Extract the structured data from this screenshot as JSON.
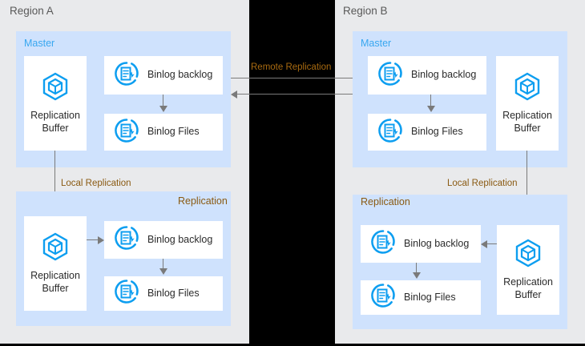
{
  "diagram": {
    "title_left": "Region A",
    "title_right": "Region B",
    "colors": {
      "background": "#e9eaec",
      "panel": "#cfe2fd",
      "card": "#ffffff",
      "icon_blue": "#0d9ef0",
      "master_label": "#38a7f0",
      "replication_label": "#8a5a12",
      "edge_label": "#8a5a12",
      "remote_label": "#a86a10",
      "connector": "#7a7a7a",
      "center_band": "#000000"
    }
  },
  "regions": [
    {
      "name": "Region A",
      "panels": [
        {
          "label": "Master",
          "label_align": "left",
          "cards": [
            {
              "text": "Replication\nBuffer",
              "icon": "replication-buffer-icon",
              "layout": "tall"
            },
            {
              "text": "Binlog backlog",
              "icon": "binlog-icon",
              "layout": "wide"
            },
            {
              "text": "Binlog Files",
              "icon": "binlog-icon",
              "layout": "wide"
            }
          ]
        },
        {
          "label": "Replication",
          "label_align": "right",
          "cards": [
            {
              "text": "Replication\nBuffer",
              "icon": "replication-buffer-icon",
              "layout": "tall"
            },
            {
              "text": "Binlog backlog",
              "icon": "binlog-icon",
              "layout": "wide"
            },
            {
              "text": "Binlog Files",
              "icon": "binlog-icon",
              "layout": "wide"
            }
          ]
        }
      ],
      "edge_label": "Local Replication"
    },
    {
      "name": "Region B",
      "panels": [
        {
          "label": "Master",
          "label_align": "left",
          "cards": [
            {
              "text": "Binlog backlog",
              "icon": "binlog-icon",
              "layout": "wide"
            },
            {
              "text": "Binlog Files",
              "icon": "binlog-icon",
              "layout": "wide"
            },
            {
              "text": "Replication\nBuffer",
              "icon": "replication-buffer-icon",
              "layout": "tall"
            }
          ]
        },
        {
          "label": "Replication",
          "label_align": "left",
          "cards": [
            {
              "text": "Binlog backlog",
              "icon": "binlog-icon",
              "layout": "wide"
            },
            {
              "text": "Binlog Files",
              "icon": "binlog-icon",
              "layout": "wide"
            },
            {
              "text": "Replication\nBuffer",
              "icon": "replication-buffer-icon",
              "layout": "tall"
            }
          ]
        }
      ],
      "edge_label": "Local Replication"
    }
  ],
  "labels": {
    "region_a": "Region A",
    "region_b": "Region B",
    "master_a": "Master",
    "replication_a": "Replication",
    "master_b": "Master",
    "replication_b": "Replication",
    "remote_replication": "Remote Replication",
    "local_replication_a": "Local Replication",
    "local_replication_b": "Local Replication",
    "a_master_buffer": "Replication\nBuffer",
    "a_master_backlog": "Binlog backlog",
    "a_master_files": "Binlog Files",
    "a_repl_buffer": "Replication\nBuffer",
    "a_repl_backlog": "Binlog backlog",
    "a_repl_files": "Binlog Files",
    "b_master_backlog": "Binlog backlog",
    "b_master_files": "Binlog Files",
    "b_master_buffer": "Replication\nBuffer",
    "b_repl_backlog": "Binlog backlog",
    "b_repl_files": "Binlog Files",
    "b_repl_buffer": "Replication\nBuffer"
  }
}
